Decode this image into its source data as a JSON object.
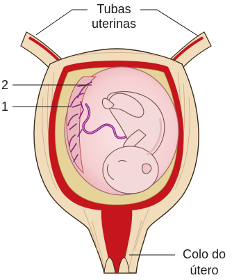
{
  "labels": {
    "tubas_line1": "Tubas",
    "tubas_line2": "uterinas",
    "marker_2": "2",
    "marker_1": "1",
    "colo_line1": "Colo do",
    "colo_line2": "útero"
  },
  "colors": {
    "uterine_wall": "#f1dcbc",
    "wall_fibers": "#c9a57e",
    "lining_red": "#c4161c",
    "decidua": "#e5d39a",
    "amniotic_fluid": "#f7d6d6",
    "fetus_skin": "#f3d9d9",
    "umbilical_cord": "#8b1f86",
    "outline": "#3a2a1a",
    "label_text": "#1a1a1a"
  }
}
